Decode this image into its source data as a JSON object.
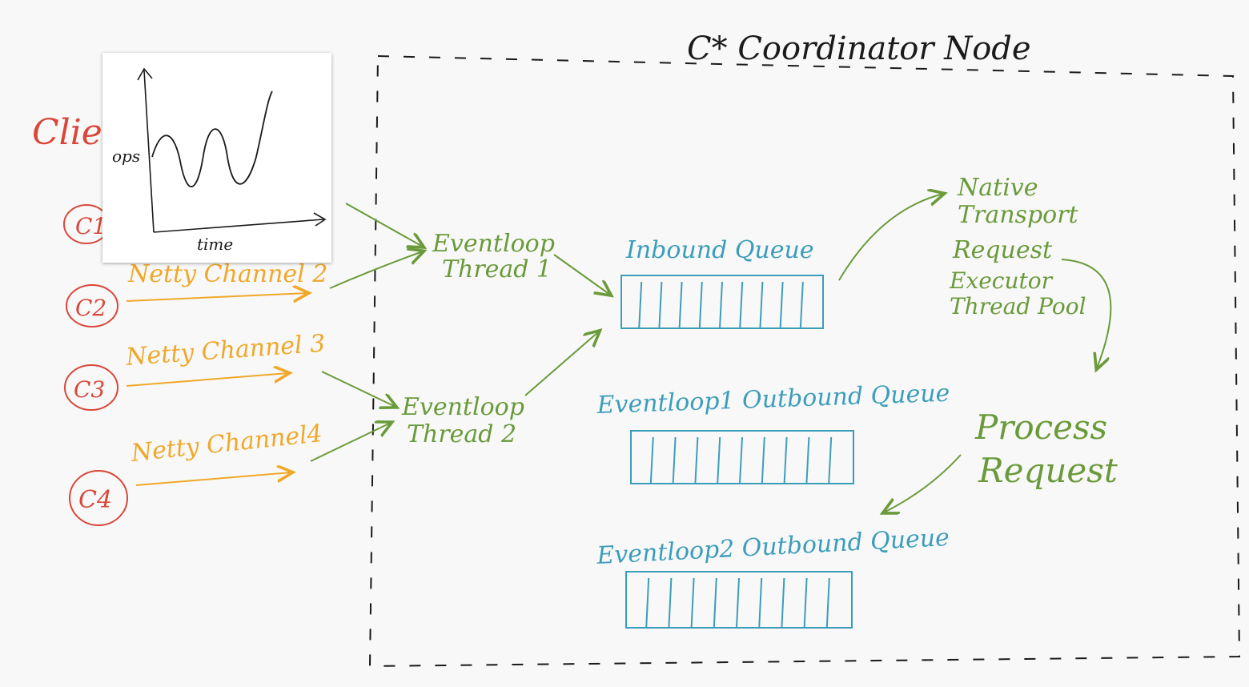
{
  "title": "C* Coordinator Node",
  "clients_label": "Clie",
  "clients": [
    {
      "id": "C1"
    },
    {
      "id": "C2",
      "channel": "Netty Channel 2"
    },
    {
      "id": "C3",
      "channel": "Netty Channel 3"
    },
    {
      "id": "C4",
      "channel": "Netty Channel4"
    }
  ],
  "event_loops": [
    {
      "line1": "Eventloop",
      "line2": "Thread 1"
    },
    {
      "line1": "Eventloop",
      "line2": "Thread 2"
    }
  ],
  "queues": {
    "inbound": "Inbound Queue",
    "outbound1": "Eventloop1 Outbound Queue",
    "outbound2": "Eventloop2 Outbound Queue"
  },
  "executor": [
    "Native",
    "Transport",
    "Request",
    "Executor",
    "Thread Pool"
  ],
  "process": [
    "Process",
    "Request"
  ],
  "inset_chart": {
    "ylabel": "ops",
    "xlabel": "time"
  },
  "colors": {
    "client": "#d8473a",
    "channel": "#f0a82a",
    "green": "#6a9a3a",
    "queue": "#3c9dbb",
    "ink": "#1a1a1a"
  }
}
